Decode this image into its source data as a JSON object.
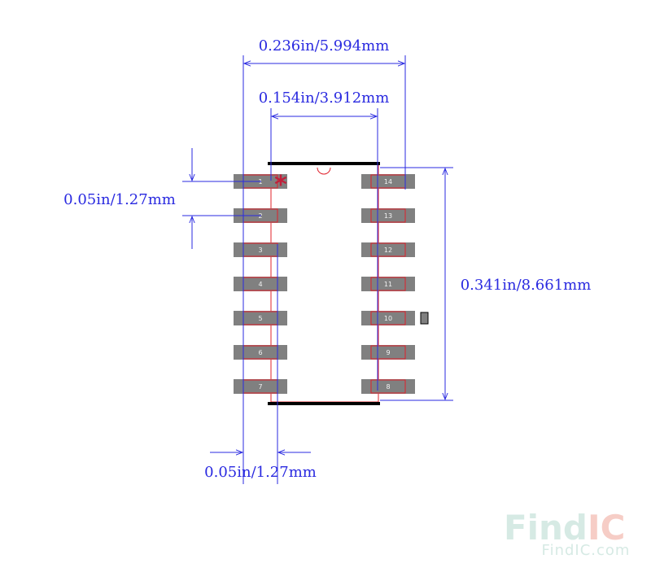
{
  "dimensions": {
    "overall_width": "0.236in/5.994mm",
    "body_width": "0.154in/3.912mm",
    "pitch_vertical": "0.05in/1.27mm",
    "pitch_horizontal": "0.05in/1.27mm",
    "body_length": "0.341in/8.661mm"
  },
  "pins": {
    "left": [
      "1",
      "2",
      "3",
      "4",
      "5",
      "6",
      "7"
    ],
    "right": [
      "14",
      "13",
      "12",
      "11",
      "10",
      "9",
      "8"
    ]
  },
  "pin1_marker": "*",
  "watermark": {
    "brand_part1": "Find",
    "brand_part2": "IC",
    "site": "FindIC.com"
  },
  "colors": {
    "dimension_lines": "#2a2ae0",
    "pad_fill": "#808080",
    "outline_red": "#e0202a",
    "body_edge": "#000000",
    "marker": "#c0203a",
    "watermark_light": "#d2e8e2",
    "watermark_accent": "#f6c8c0"
  }
}
